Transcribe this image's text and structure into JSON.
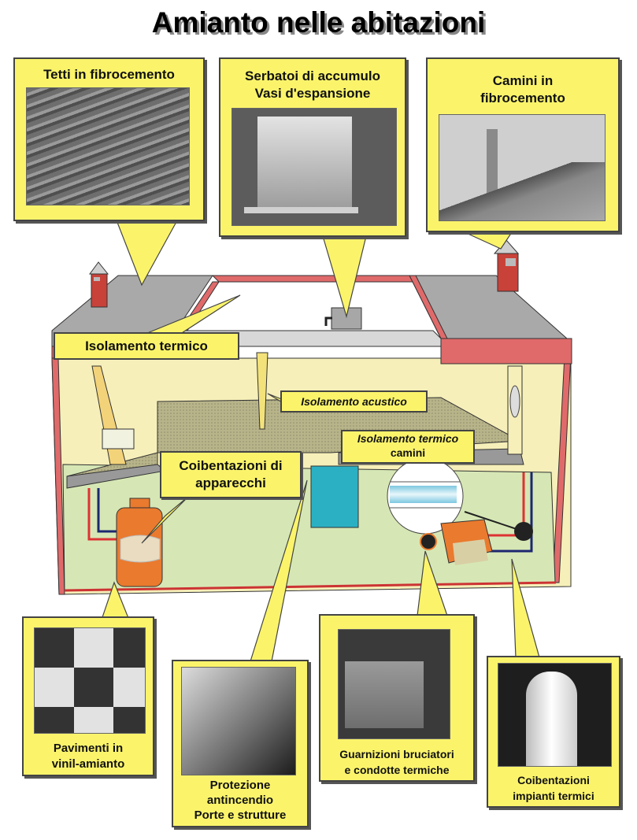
{
  "title": "Amianto nelle abitazioni",
  "top_callouts": [
    {
      "id": "tetti",
      "label": "Tetti in fibrocemento",
      "photo": "roof-tiles-photo"
    },
    {
      "id": "serbatoi",
      "label_line1": "Serbatoi di accumulo",
      "label_line2": "Vasi d'espansione",
      "photo": "water-tank-photo"
    },
    {
      "id": "camini",
      "label_line1": "Camini in",
      "label_line2": "fibrocemento",
      "photo": "chimney-photo"
    }
  ],
  "house_labels": {
    "isolamento_termico": "Isolamento termico",
    "isolamento_acustico": "Isolamento acustico",
    "isolamento_camini_line1": "Isolamento termico",
    "isolamento_camini_line2": "camini",
    "coibentazioni_app_line1": "Coibentazioni di",
    "coibentazioni_app_line2": "apparecchi"
  },
  "bottom_callouts": [
    {
      "id": "pavimenti",
      "label_line1": "Pavimenti in",
      "label_line2": "vinil-amianto",
      "photo": "vinyl-floor-photo"
    },
    {
      "id": "protezione",
      "label_line1": "Protezione",
      "label_line2": "antincendio",
      "label_line3": "Porte e strutture",
      "photo": "fireproofing-photo"
    },
    {
      "id": "guarnizioni",
      "label_line1": "Guarnizioni bruciatori",
      "label_line2": "e condotte termiche",
      "photo": "burner-gasket-photo"
    },
    {
      "id": "impianti",
      "label_line1": "Coibentazioni",
      "label_line2": "impianti termici",
      "photo": "pipe-insulation-photo"
    }
  ],
  "colors": {
    "callout_yellow": "#fbf46b",
    "roof_gray": "#a9a9a9",
    "wall_red": "#e06a6a",
    "interior_cream": "#f6efb9",
    "floor_green": "#d6e7b5",
    "boiler_orange": "#ea7a2e",
    "door_teal": "#2bb0c3"
  }
}
